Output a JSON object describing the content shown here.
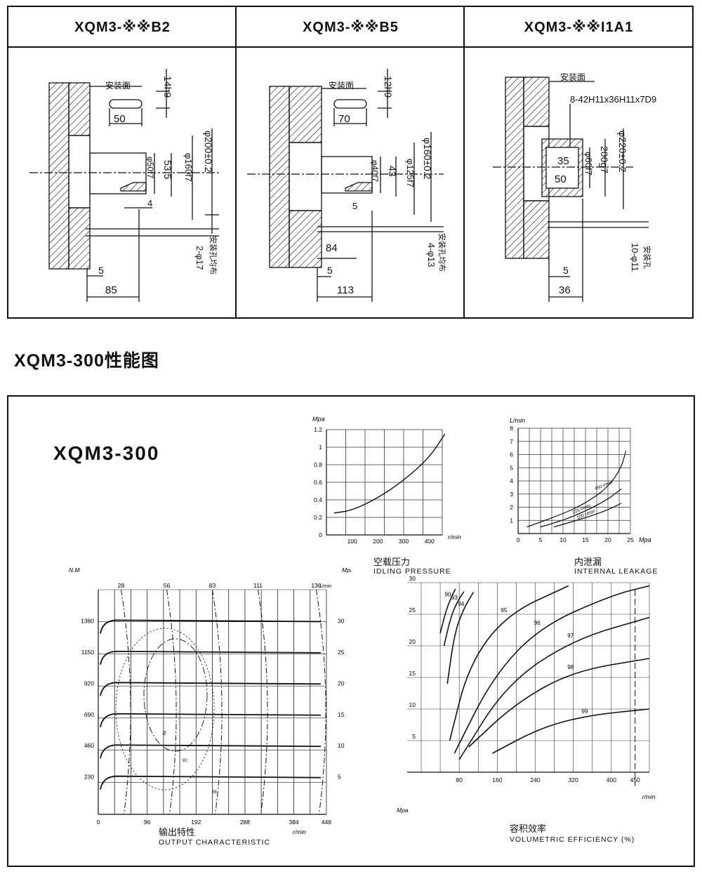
{
  "variants": [
    {
      "model": "XQM3-※※B2",
      "flange_label": "安装面",
      "key_width": "14h9",
      "key_length": "50",
      "shaft_diameter": "φ50f7",
      "shaft_height": "53.5",
      "pilot": "φ160f7",
      "pcd": "φ200±0.2",
      "offset": "4",
      "recess": "5",
      "length": "85",
      "holes": "2-φ17",
      "holes_note": "安装孔均布"
    },
    {
      "model": "XQM3-※※B5",
      "flange_label": "安装面",
      "key_width": "12h9",
      "key_length": "70",
      "shaft_diameter": "φ40f7",
      "shaft_height": "43",
      "pilot": "φ125f7",
      "pcd": "φ160±0.2",
      "offset": "5",
      "recess": "5",
      "length": "113",
      "length2": "84",
      "holes": "4-φ13",
      "holes_note": "安装孔均布"
    },
    {
      "model": "XQM3-※※I1A1",
      "flange_label": "安装面",
      "spline": "8-42H11x36H11x7D9",
      "inner_a": "35",
      "inner_b": "50",
      "shaft_diameter": "φ60f7",
      "pilot": "200g7",
      "pcd": "φ220±0.2",
      "recess": "5",
      "length": "36",
      "holes": "10-φ11",
      "holes_note": "安装孔"
    }
  ],
  "section_title": "XQM3-300性能图",
  "model_label": "XQM3-300",
  "captions": {
    "idling_cn": "空载压力",
    "idling_en": "IDLING PRESSURE",
    "leakage_cn": "内泄漏",
    "leakage_en": "INTERNAL LEAKAGE",
    "output_cn": "输出特性",
    "output_en": "OUTPUT CHARACTERISTIC",
    "volumetric_cn": "容积效率",
    "volumetric_en": "VOLUMETRIC EFFICIENCY (%)"
  },
  "chart_data": [
    {
      "type": "line",
      "title": "",
      "xlabel": "r/min",
      "ylabel": "Mpa",
      "xlim": [
        0,
        450
      ],
      "ylim": [
        0,
        1.2
      ],
      "grid": true,
      "x_ticks": [
        100,
        200,
        300,
        400
      ],
      "y_ticks": [
        0,
        0.2,
        0.4,
        0.6,
        0.8,
        1.0,
        1.2
      ],
      "series": [
        {
          "x": [
            30,
            100,
            200,
            300,
            400,
            460
          ],
          "y": [
            0.25,
            0.28,
            0.42,
            0.62,
            0.88,
            1.15
          ]
        }
      ]
    },
    {
      "type": "line",
      "title": "",
      "xlabel": "Mpa",
      "ylabel": "L/min",
      "xlim": [
        0,
        25
      ],
      "ylim": [
        0,
        8
      ],
      "grid": true,
      "x_ticks": [
        0,
        5,
        10,
        15,
        20,
        25
      ],
      "y_ticks": [
        1,
        2,
        3,
        4,
        5,
        6,
        7,
        8
      ],
      "series": [
        {
          "name": "450 r/min",
          "x": [
            2,
            10,
            15,
            20,
            23,
            24
          ],
          "y": [
            0.5,
            1.5,
            2.3,
            3.5,
            5.0,
            6.3
          ]
        },
        {
          "name": "225 r/min",
          "x": [
            5,
            10,
            15,
            20,
            23
          ],
          "y": [
            0.5,
            1.0,
            1.7,
            2.6,
            3.4
          ]
        },
        {
          "name": "100 r/min",
          "x": [
            8,
            12,
            16,
            20,
            23
          ],
          "y": [
            0.5,
            0.9,
            1.3,
            1.8,
            2.3
          ]
        }
      ]
    },
    {
      "type": "line",
      "title": "",
      "xlabel": "r/min",
      "ylabel": "Mpa",
      "xlim": [
        0,
        448
      ],
      "x_ticks": [
        0,
        96,
        192,
        288,
        384,
        448
      ],
      "y_left_label": "N.M",
      "y_left_ticks": [
        230,
        460,
        690,
        920,
        1150,
        1380
      ],
      "y_right_ticks": [
        5,
        10,
        15,
        20,
        25,
        30
      ],
      "top_ticks": [
        "28",
        "56",
        "83",
        "111",
        "130"
      ],
      "top_unit": "L/min",
      "contour_labels": [
        "94",
        "92",
        "88"
      ],
      "grid": true
    },
    {
      "type": "line",
      "title": "",
      "xlabel": "r/min",
      "ylabel": "Mpa",
      "xlim": [
        0,
        480
      ],
      "ylim": [
        0,
        30
      ],
      "grid": true,
      "x_ticks": [
        80,
        160,
        240,
        320,
        400,
        450
      ],
      "y_ticks": [
        5,
        10,
        15,
        20,
        25,
        30
      ],
      "series": [
        {
          "name": "90",
          "x": [
            40,
            52,
            62,
            72
          ],
          "y": [
            22,
            25.5,
            27.5,
            29
          ]
        },
        {
          "name": "93",
          "x": [
            48,
            62,
            76,
            90
          ],
          "y": [
            20,
            24.5,
            27,
            28.6
          ]
        },
        {
          "name": "94",
          "x": [
            55,
            70,
            90,
            110
          ],
          "y": [
            14,
            22,
            26,
            28.5
          ]
        },
        {
          "name": "95",
          "x": [
            60,
            100,
            180,
            310
          ],
          "y": [
            5,
            17,
            25,
            29.5
          ]
        },
        {
          "name": "96",
          "x": [
            70,
            150,
            250,
            400,
            480
          ],
          "y": [
            3,
            15,
            23,
            28,
            29.5
          ]
        },
        {
          "name": "97",
          "x": [
            80,
            180,
            320,
            480
          ],
          "y": [
            2,
            14,
            21,
            24.5
          ]
        },
        {
          "name": "98",
          "x": [
            100,
            200,
            320,
            480
          ],
          "y": [
            4,
            11,
            16,
            18
          ]
        },
        {
          "name": "99",
          "x": [
            150,
            250,
            350,
            480
          ],
          "y": [
            3,
            7,
            9,
            10
          ]
        }
      ]
    }
  ]
}
